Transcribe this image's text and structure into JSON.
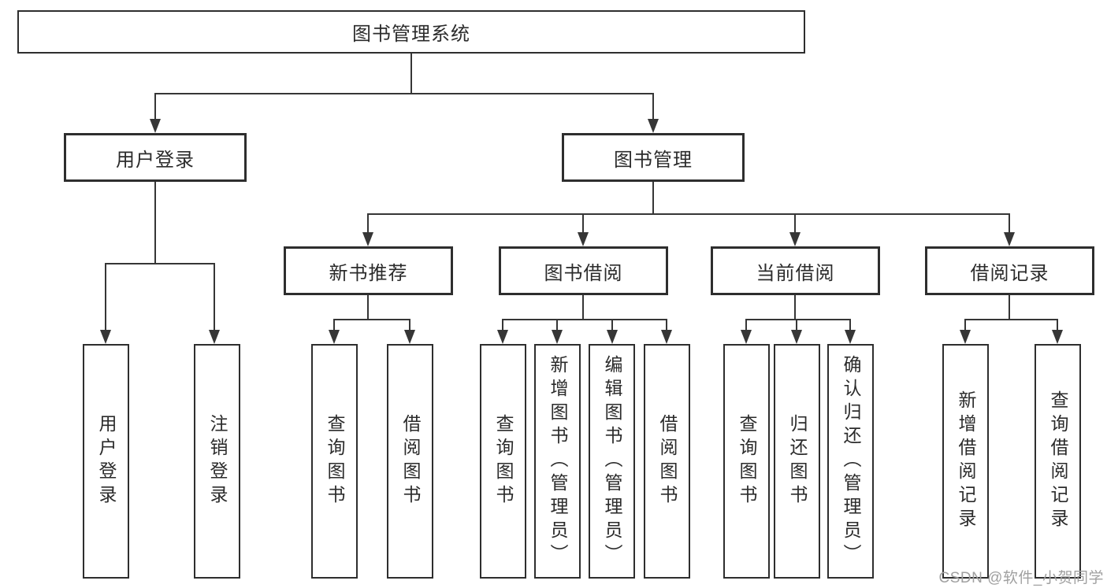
{
  "tree": {
    "root": {
      "label": "图书管理系统",
      "children": [
        {
          "label": "用户登录",
          "children": [
            {
              "label": "用户登录"
            },
            {
              "label": "注销登录"
            }
          ]
        },
        {
          "label": "图书管理",
          "children": [
            {
              "label": "新书推荐",
              "children": [
                {
                  "label": "查询图书"
                },
                {
                  "label": "借阅图书"
                }
              ]
            },
            {
              "label": "图书借阅",
              "children": [
                {
                  "label": "查询图书"
                },
                {
                  "label": "新增图书（管理员）"
                },
                {
                  "label": "编辑图书（管理员）"
                },
                {
                  "label": "借阅图书"
                }
              ]
            },
            {
              "label": "当前借阅",
              "children": [
                {
                  "label": "查询图书"
                },
                {
                  "label": "归还图书"
                },
                {
                  "label": "确认归还（管理员）"
                }
              ]
            },
            {
              "label": "借阅记录",
              "children": [
                {
                  "label": "新增借阅记录"
                },
                {
                  "label": "查询借阅记录"
                }
              ]
            }
          ]
        }
      ]
    }
  },
  "watermark": {
    "text": "CSDN @软件_小贺同学"
  },
  "colors": {
    "line": "#363636",
    "box_border": "#2e2e2e",
    "text": "#2b2b2b",
    "background": "#ffffff",
    "watermark": "#a0a0a0"
  }
}
